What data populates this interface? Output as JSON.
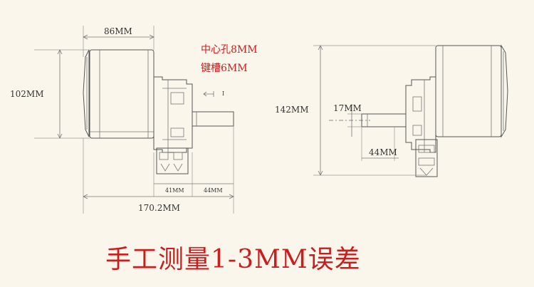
{
  "labels": {
    "width_86": "86MM",
    "height_102": "102MM",
    "total_length": "170.2MM",
    "seg_41": "41MM",
    "seg_44_left": "44MM",
    "center_hole": "中心孔8MM",
    "keyway": "键槽6MM",
    "height_142": "142MM",
    "shaft_17": "17MM",
    "shaft_44_right": "44MM"
  },
  "caption": "手工测量1-3MM误差"
}
